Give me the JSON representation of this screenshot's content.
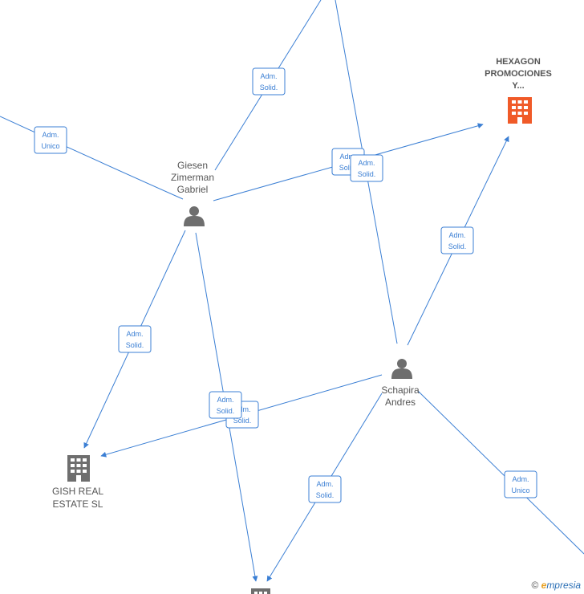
{
  "nodes": {
    "giesen": {
      "label_lines": [
        "Giesen",
        "Zimerman",
        "Gabriel"
      ],
      "kind": "person"
    },
    "schapira": {
      "label_lines": [
        "Schapira",
        "Andres"
      ],
      "kind": "person"
    },
    "hexagon": {
      "label_lines": [
        "HEXAGON",
        "PROMOCIONES",
        "Y..."
      ],
      "kind": "company-highlight"
    },
    "gish": {
      "label_lines": [
        "GISH REAL",
        "ESTATE  SL"
      ],
      "kind": "company"
    },
    "bottom_company": {
      "label_lines": [],
      "kind": "company"
    }
  },
  "edge_labels": {
    "adm_solid": [
      "Adm.",
      "Solid."
    ],
    "adm_unico": [
      "Adm.",
      "Unico"
    ]
  },
  "colors": {
    "edge": "#3b7fd4",
    "person": "#6e6e6e",
    "company": "#6e6e6e",
    "company_highlight": "#f05a28"
  },
  "watermark": {
    "copyright": "©",
    "brand_initial": "e",
    "brand_rest": "mpresia"
  }
}
